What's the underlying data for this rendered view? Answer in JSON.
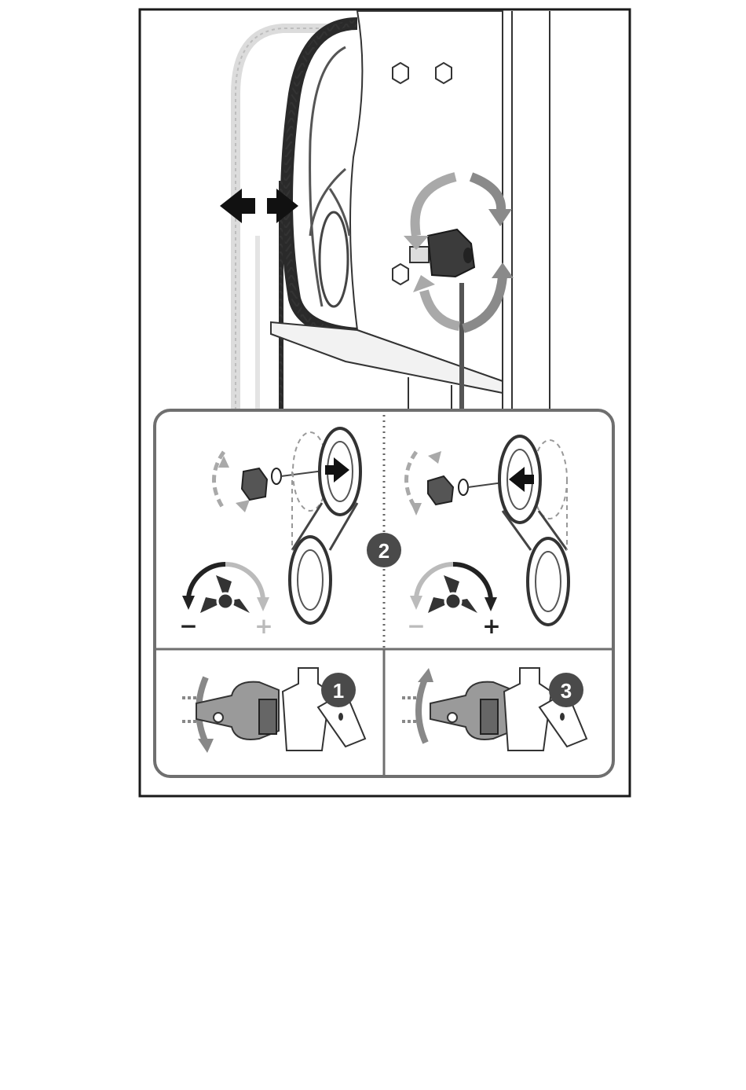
{
  "diagram": {
    "steps": [
      {
        "id": "1",
        "label": "1"
      },
      {
        "id": "2",
        "label": "2"
      },
      {
        "id": "3",
        "label": "3"
      }
    ],
    "signs": {
      "left_minus": "−",
      "left_plus": "+",
      "right_minus": "−",
      "right_plus": "+"
    },
    "colors": {
      "frame": "#1a1a1a",
      "panel_border": "#6f6f6f",
      "badge": "#4a4a4a",
      "gray_arrow": "#a9a9a9",
      "dark_arrow": "#222222",
      "light_belt": "#d6d6d6"
    },
    "icons": [
      "tension-knob-icon",
      "wheel-icon",
      "wrench-icon",
      "belt-icon",
      "rotate-arrow-icon",
      "three-arm-knob-icon"
    ]
  }
}
